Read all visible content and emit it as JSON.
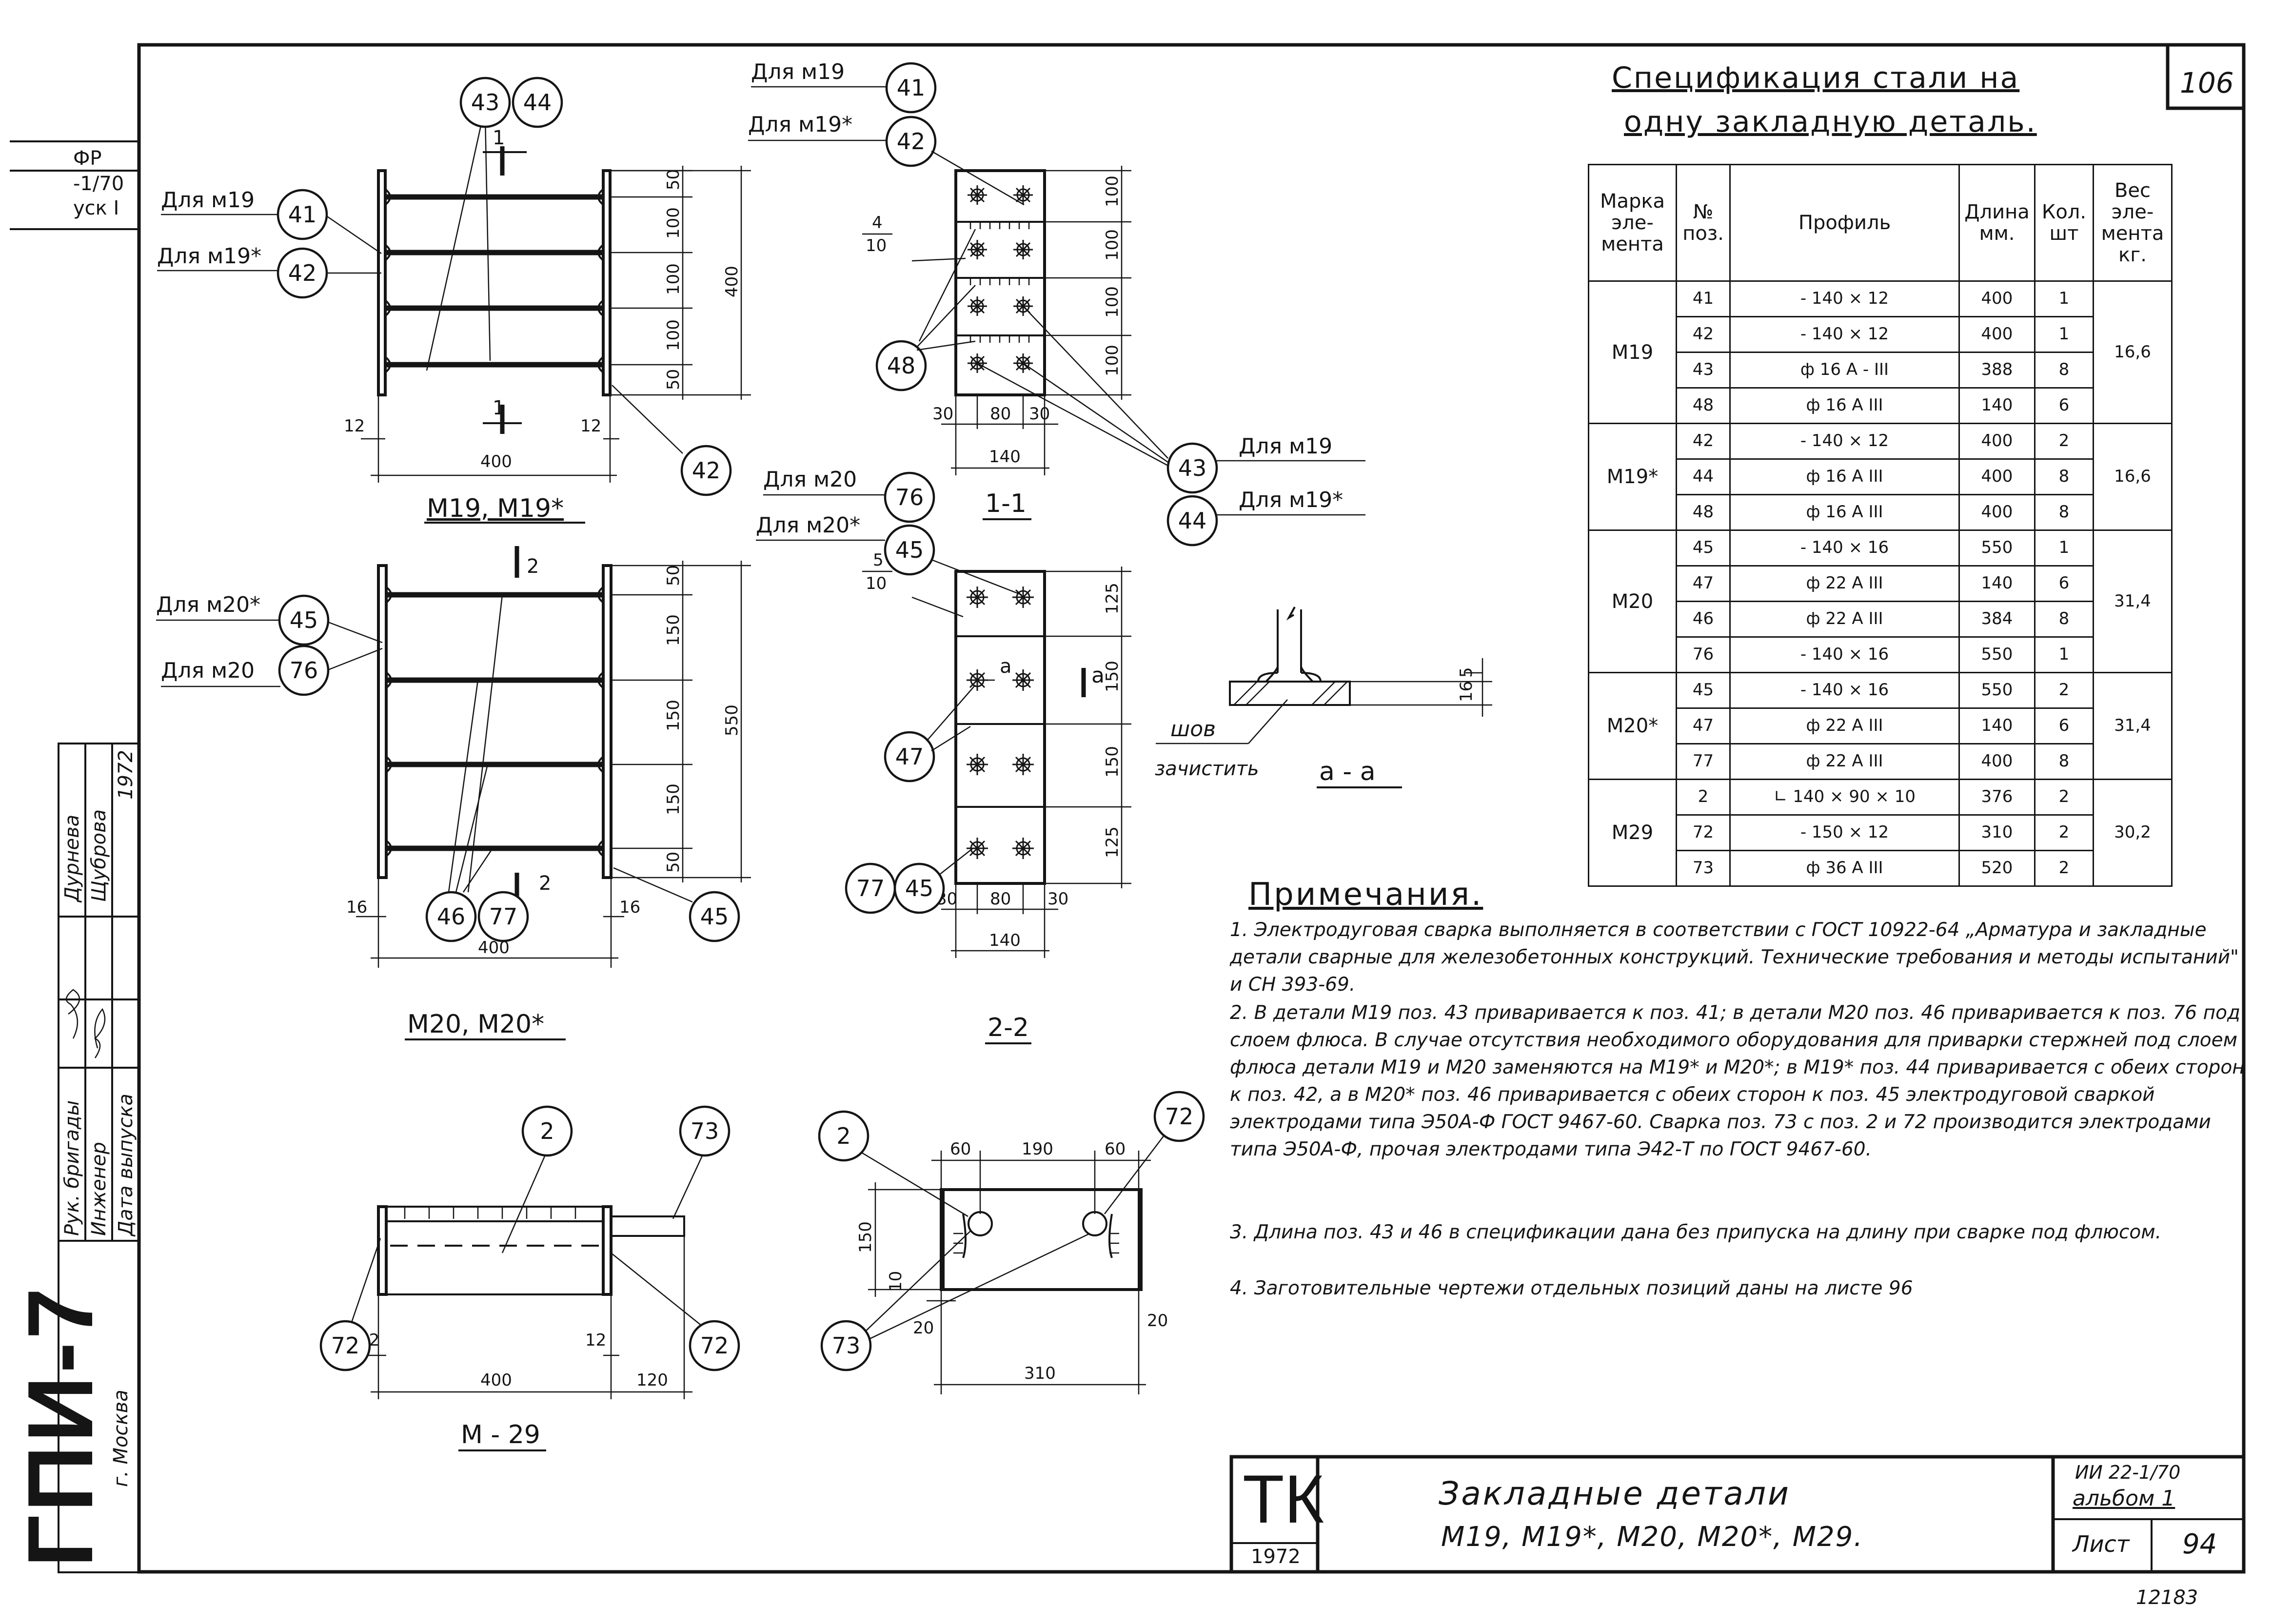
{
  "sheet": {
    "top_right_number": "106",
    "bottom_number": "12183",
    "left_margin": {
      "stamp_lines": [
        "ФР",
        "-1/70",
        "уск I"
      ],
      "roles": [
        "Рук. бригады",
        "Инженер",
        "Дата выпуска"
      ],
      "names": [
        "Дурнева",
        "Щуброва",
        "1972"
      ],
      "org": "ГПИ-7",
      "city": "г. Москва"
    }
  },
  "drawings": {
    "m19": {
      "caption": "М19, М19*",
      "for_m19": "Для м19",
      "for_m19s": "Для м19*",
      "section_mark": "1",
      "dims": {
        "d50a": "50",
        "d100a": "100",
        "d100b": "100",
        "d100c": "100",
        "d50b": "50",
        "total": "400",
        "width": "400",
        "side_l": "12",
        "side_r": "12"
      },
      "balloons": {
        "b43": "43",
        "b44": "44",
        "b41": "41",
        "b42a": "42",
        "b42b": "42"
      }
    },
    "s11": {
      "caption": "1-1",
      "for_m19": "Для м19",
      "for_m19s": "Для м19*",
      "plate_mark_num": "4",
      "plate_mark_den": "10",
      "dims": {
        "d30a": "30",
        "d80": "80",
        "d30b": "30",
        "total": "140",
        "r100a": "100",
        "r100b": "100",
        "r100c": "100",
        "r100d": "100"
      },
      "balloons": {
        "b41": "41",
        "b42": "42",
        "b48": "48",
        "b43": "43",
        "b44": "44"
      },
      "right_for_m19": "Для м19",
      "right_for_m19s": "Для м19*"
    },
    "m20": {
      "caption": "М20, М20*",
      "for_m20s": "Для м20*",
      "for_m20": "Для м20",
      "section_mark": "2",
      "dims": {
        "d50a": "50",
        "d150a": "150",
        "d150b": "150",
        "d150c": "150",
        "d50b": "50",
        "total": "550",
        "width": "400",
        "side_l": "16",
        "side_r": "16"
      },
      "balloons": {
        "b45": "45",
        "b76": "76",
        "b46": "46",
        "b77": "77",
        "b45b": "45"
      }
    },
    "s22": {
      "caption": "2-2",
      "for_m20": "Для м20",
      "for_m20s": "Для м20*",
      "plate_mark_num": "5",
      "plate_mark_den": "10",
      "dims": {
        "d30a": "30",
        "d80": "80",
        "d30b": "30",
        "total": "140",
        "r125a": "125",
        "r150a": "150",
        "r150b": "150",
        "r125b": "125"
      },
      "balloons": {
        "b76": "76",
        "b45": "45",
        "b47": "47",
        "b77": "77",
        "b45b": "45"
      },
      "view_mark": "а"
    },
    "aa": {
      "caption": "а - а",
      "weld_note_1": "шов",
      "weld_note_2": "зачистить",
      "dims": {
        "d16": "16",
        "d5": "5"
      }
    },
    "m29": {
      "caption": "М - 29",
      "dims": {
        "width": "400",
        "ext": "120",
        "side_l": "12",
        "side_r": "12"
      },
      "balloons": {
        "b2": "2",
        "b73": "73",
        "b72a": "72",
        "b72b": "72"
      }
    },
    "m29_end": {
      "dims": {
        "d60a": "60",
        "d190": "190",
        "d60b": "60",
        "height": "150",
        "d10": "10",
        "d20a": "20",
        "d20b": "20",
        "total": "310"
      },
      "balloons": {
        "b2": "2",
        "b72": "72",
        "b73": "73"
      }
    }
  },
  "spec": {
    "title_line1": "Спецификация стали на",
    "title_line2": "одну закладную деталь.",
    "headers": [
      "Марка эле-мента",
      "№ поз.",
      "Профиль",
      "Длина мм.",
      "Кол. шт",
      "Вес эле-мента кг."
    ],
    "groups": [
      {
        "mark": "М19",
        "weight": "16,6",
        "rows": [
          {
            "pos": "41",
            "profile": "- 140 × 12",
            "length": "400",
            "qty": "1"
          },
          {
            "pos": "42",
            "profile": "- 140 × 12",
            "length": "400",
            "qty": "1"
          },
          {
            "pos": "43",
            "profile": "ф 16 А - III",
            "length": "388",
            "qty": "8"
          },
          {
            "pos": "48",
            "profile": "ф 16 А III",
            "length": "140",
            "qty": "6"
          }
        ]
      },
      {
        "mark": "М19*",
        "weight": "16,6",
        "rows": [
          {
            "pos": "42",
            "profile": "- 140 × 12",
            "length": "400",
            "qty": "2"
          },
          {
            "pos": "44",
            "profile": "ф 16 А III",
            "length": "400",
            "qty": "8"
          },
          {
            "pos": "48",
            "profile": "ф 16 А III",
            "length": "400",
            "qty": "8"
          }
        ]
      },
      {
        "mark": "М20",
        "weight": "31,4",
        "rows": [
          {
            "pos": "45",
            "profile": "- 140 × 16",
            "length": "550",
            "qty": "1"
          },
          {
            "pos": "47",
            "profile": "ф 22 А III",
            "length": "140",
            "qty": "6"
          },
          {
            "pos": "46",
            "profile": "ф 22 А III",
            "length": "384",
            "qty": "8"
          },
          {
            "pos": "76",
            "profile": "- 140 × 16",
            "length": "550",
            "qty": "1"
          }
        ]
      },
      {
        "mark": "М20*",
        "weight": "31,4",
        "rows": [
          {
            "pos": "45",
            "profile": "- 140 × 16",
            "length": "550",
            "qty": "2"
          },
          {
            "pos": "47",
            "profile": "ф 22 А III",
            "length": "140",
            "qty": "6"
          },
          {
            "pos": "77",
            "profile": "ф 22 А III",
            "length": "400",
            "qty": "8"
          }
        ]
      },
      {
        "mark": "М29",
        "weight": "30,2",
        "rows": [
          {
            "pos": "2",
            "profile": "∟ 140 × 90 × 10",
            "length": "376",
            "qty": "2"
          },
          {
            "pos": "72",
            "profile": "- 150 × 12",
            "length": "310",
            "qty": "2"
          },
          {
            "pos": "73",
            "profile": "ф 36 А III",
            "length": "520",
            "qty": "2"
          }
        ]
      }
    ]
  },
  "notes": {
    "title": "Примечания.",
    "items": [
      "1. Электродуговая сварка выполняется в соответствии с ГОСТ 10922-64 „Арматура и закладные детали сварные для железобетонных конструкций. Технические требования и методы испытаний\" и СН 393-69.",
      "2. В детали М19 поз. 43 приваривается к поз. 41; в детали М20 поз. 46 приваривается к поз. 76 под слоем флюса. В случае отсутствия необходимого оборудования для приварки стержней под слоем флюса детали М19 и М20 заменяются на М19* и М20*; в М19* поз. 44 приваривается с обеих сторон к поз. 42, а в М20* поз. 46 приваривается с обеих сторон к поз. 45 электродуговой сваркой электродами типа Э50А-Ф ГОСТ 9467-60. Сварка поз. 73 с поз. 2 и 72 производится электродами типа Э50А-Ф, прочая электродами типа Э42-Т по ГОСТ 9467-60.",
      "3. Длина поз. 43 и 46 в спецификации дана без припуска на длину при сварке под флюсом.",
      "4. Заготовительные чертежи отдельных позиций даны на листе 96"
    ]
  },
  "title_block": {
    "logo": "ТК",
    "year": "1972",
    "title_line1": "Закладные детали",
    "title_line2": "М19, М19*, М20, М20*, М29.",
    "series": "ИИ 22-1/70",
    "album": "альбом 1",
    "sheet_label": "Лист",
    "sheet_number": "94"
  }
}
